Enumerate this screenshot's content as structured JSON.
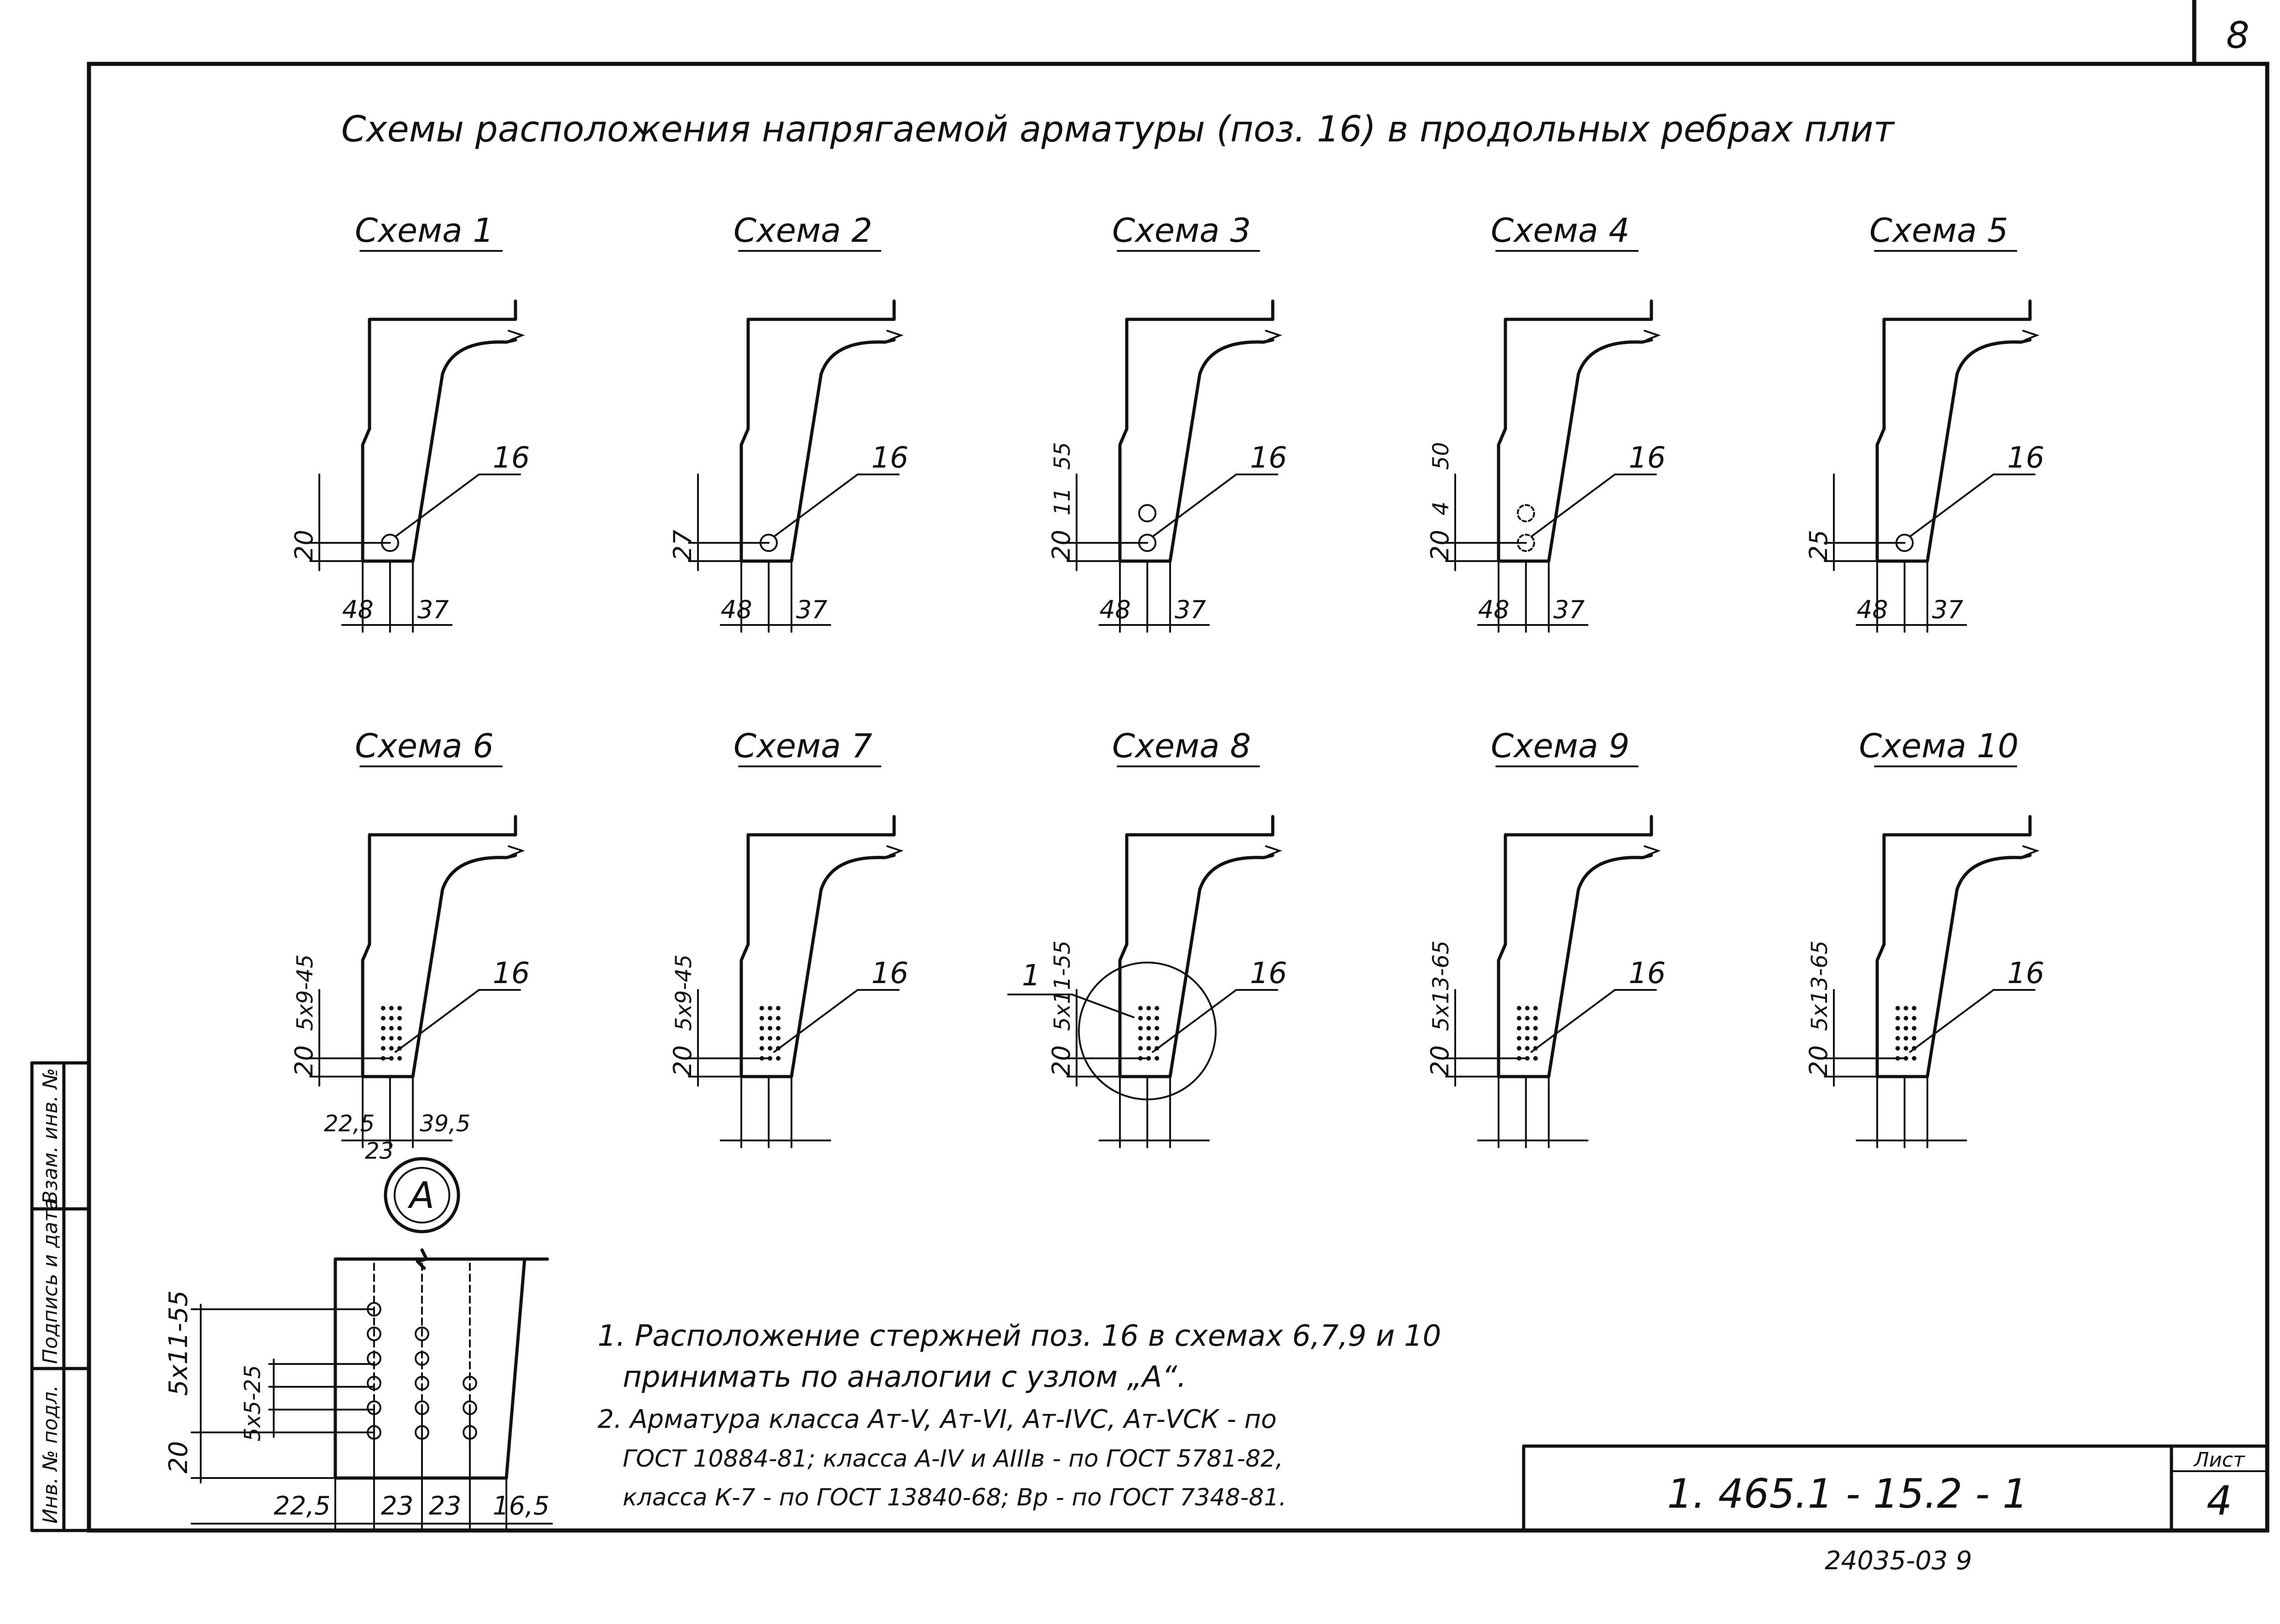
{
  "title": "Схемы расположения напрягаемой арматуры (поз. 16) в продольных ребрах плит",
  "page_corner": "8",
  "schemes": [
    {
      "label": "Схема 1",
      "callout": "16",
      "dims": [
        "20",
        "48",
        "37"
      ],
      "bars": "single"
    },
    {
      "label": "Схема 2",
      "callout": "16",
      "dims": [
        "27",
        "48",
        "37"
      ],
      "bars": "single"
    },
    {
      "label": "Схема 3",
      "callout": "16",
      "dims": [
        "20",
        "11",
        "55",
        "48",
        "37"
      ],
      "bars": "double"
    },
    {
      "label": "Схема 4",
      "callout": "16",
      "dims": [
        "20",
        "4",
        "50",
        "48",
        "37"
      ],
      "bars": "double-dashed"
    },
    {
      "label": "Схема 5",
      "callout": "16",
      "dims": [
        "25",
        "48",
        "37"
      ],
      "bars": "single"
    },
    {
      "label": "Схема 6",
      "callout": "16",
      "dims": [
        "20",
        "5х9-45",
        "22,5",
        "23",
        "39,5"
      ],
      "bars": "grid"
    },
    {
      "label": "Схема 7",
      "callout": "16",
      "dims": [
        "20",
        "5х9-45"
      ],
      "bars": "grid"
    },
    {
      "label": "Схема 8",
      "callout": "16",
      "callout_extra": "1",
      "dims": [
        "20",
        "5х11-55"
      ],
      "bars": "grid-circled"
    },
    {
      "label": "Схема 9",
      "callout": "16",
      "dims": [
        "20",
        "5х13-65"
      ],
      "bars": "grid"
    },
    {
      "label": "Схема 10",
      "callout": "16",
      "dims": [
        "20",
        "5х13-65"
      ],
      "bars": "grid"
    }
  ],
  "node_a": {
    "marker": "А",
    "dims_left": [
      "5х11-55",
      "5х5-25",
      "20"
    ],
    "dims_bottom": [
      "22,5",
      "23",
      "23",
      "16,5"
    ]
  },
  "notes": [
    "1. Расположение стержней поз. 16 в схемах 6,7,9 и 10",
    "принимать по аналогии с узлом „А“.",
    "2. Арматура класса Ат-V, Ат-VI, Ат-IVС, Ат-VСК - по",
    "ГОСТ 10884-81; класса А-IV и АIIIв - по ГОСТ 5781-82,",
    "класса К-7 - по ГОСТ 13840-68; Вр - по ГОСТ 7348-81."
  ],
  "side_stamp": [
    "Инв. № подл.",
    "Подпись и дата",
    "Взам. инв. №"
  ],
  "title_block": {
    "code": "1. 465.1 - 15.2 - 1",
    "sheet_label": "Лист",
    "sheet_no": "4"
  },
  "archive_no": "24035-03 9"
}
